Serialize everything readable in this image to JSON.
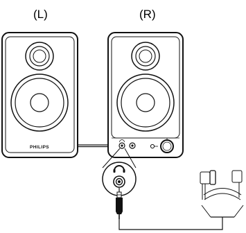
{
  "labels": {
    "left_speaker": "(L)",
    "right_speaker": "(R)",
    "brand": "PHILIPS"
  },
  "icons": {
    "headphone": "headphone-icon",
    "power_led": "power-led-icon",
    "volume_knob": "volume-knob-icon"
  },
  "colors": {
    "line": "#111111",
    "fill": "#ffffff"
  }
}
